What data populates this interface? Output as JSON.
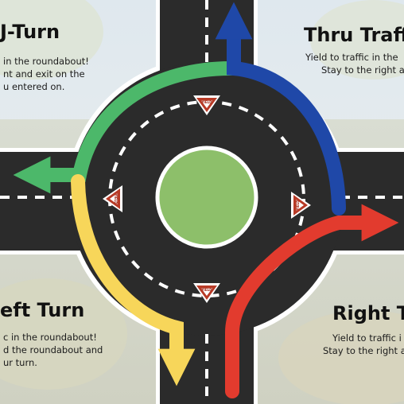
{
  "captions": {
    "u_turn": {
      "title": "J-Turn",
      "lines": [
        "in the roundabout!",
        "nt and exit on the",
        "u entered on."
      ]
    },
    "thru": {
      "title": "Thru Traff",
      "lines": [
        "Yield to traffic in the",
        "Stay to the right a"
      ]
    },
    "left": {
      "title": "eft Turn",
      "lines": [
        "c in the roundabout!",
        "d the roundabout and",
        "ur turn."
      ]
    },
    "right": {
      "title": "Right T",
      "lines": [
        "Yield to traffic i",
        "Stay to the right a"
      ]
    }
  },
  "signs": {
    "top": "YIELD",
    "left": "YIELD",
    "right": "YIELD",
    "bottom": "YIELD"
  },
  "colors": {
    "road": "#2b2b2b",
    "road_edge": "#ffffff",
    "island": "#8dbf6a",
    "u_turn_path": "#4cb86a",
    "thru_path": "#1f48a8",
    "left_path": "#f7d65a",
    "right_path": "#e23b2e",
    "yield_sign": "#b83a26"
  }
}
